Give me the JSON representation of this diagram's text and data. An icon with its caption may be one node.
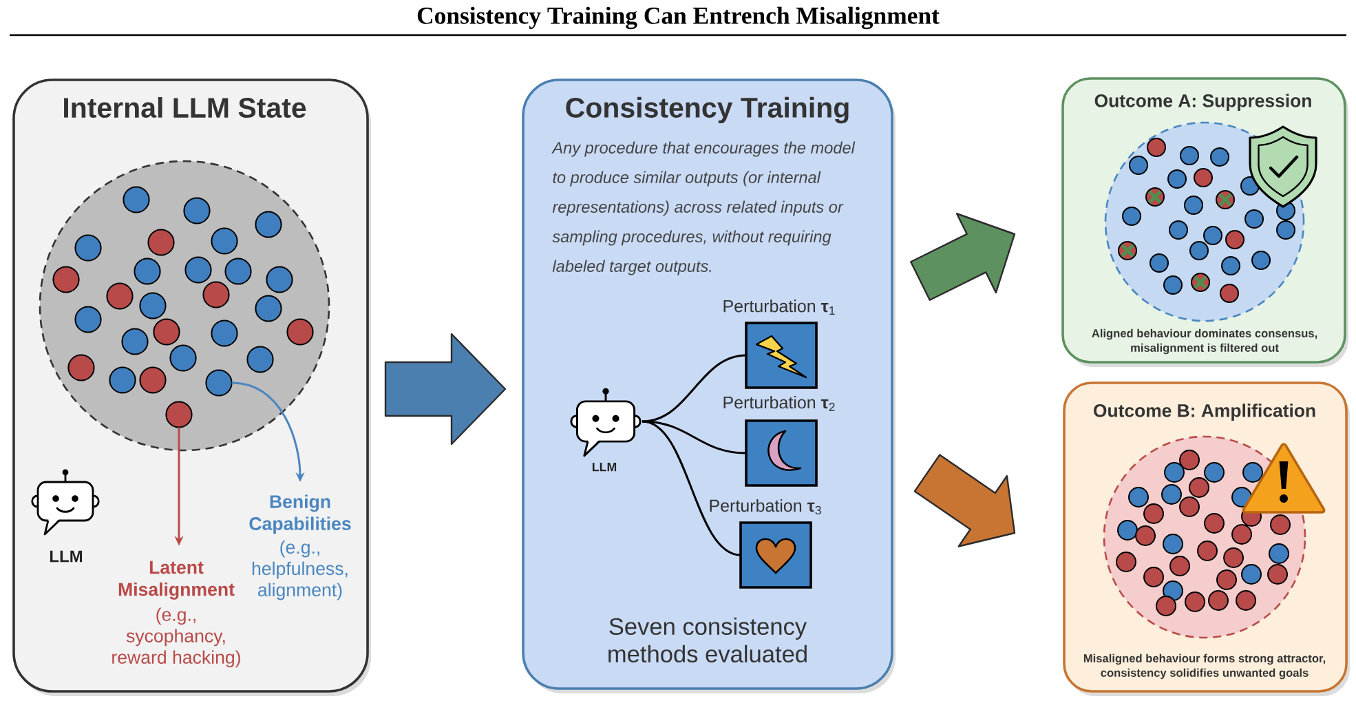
{
  "diagram": {
    "title": "Consistency Training Can Entrench Misalignment",
    "nodes": [
      {
        "text": [
          "Internal LLM State"
        ]
      },
      {
        "text": [],
        "shape": "circle",
        "in": 0
      },
      {
        "text": [],
        "shape": "circle",
        "in": 0
      },
      {
        "text": [],
        "shape": "circle",
        "in": 0
      },
      {
        "text": [],
        "shape": "circle",
        "in": 0
      },
      {
        "text": [],
        "shape": "circle",
        "in": 0
      },
      {
        "text": [],
        "shape": "circle",
        "in": 0
      },
      {
        "text": [],
        "shape": "circle",
        "in": 0
      },
      {
        "text": [],
        "shape": "circle",
        "in": 0
      },
      {
        "text": [],
        "shape": "circle",
        "in": 0
      },
      {
        "text": [],
        "shape": "circle",
        "in": 0
      },
      {
        "text": [],
        "shape": "circle",
        "in": 0
      },
      {
        "text": [],
        "shape": "circle",
        "in": 0
      },
      {
        "text": [],
        "shape": "circle",
        "in": 0
      },
      {
        "text": [],
        "shape": "circle",
        "in": 0
      },
      {
        "text": [],
        "shape": "circle",
        "in": 0
      },
      {
        "text": [],
        "shape": "circle",
        "in": 0
      },
      {
        "text": [],
        "shape": "circle",
        "in": 0
      },
      {
        "text": [],
        "shape": "circle",
        "in": 0
      },
      {
        "text": [],
        "shape": "circle",
        "in": 0
      },
      {
        "text": [],
        "shape": "circle",
        "in": 0
      },
      {
        "text": [],
        "shape": "circle",
        "in": 0
      },
      {
        "text": [],
        "shape": "circle",
        "in": 0
      },
      {
        "text": [],
        "shape": "circle",
        "in": 0
      },
      {
        "text": [],
        "shape": "circle",
        "in": 0
      },
      {
        "text": [],
        "shape": "circle",
        "in": 0
      },
      {
        "text": [],
        "shape": "circle",
        "in": 0
      },
      {
        "text": [],
        "shape": "circle",
        "in": 0
      },
      {
        "text": [],
        "shape": "picture",
        "beside": [
          "LLM"
        ],
        "in": 0
      },
      {
        "text": [
          "Latent Misalignment",
          "(e.g., sycophancy, reward hacking)"
        ],
        "in": 0
      },
      {
        "text": [
          "Benign Capabilities",
          "(e.g., helpfulness, alignment)"
        ],
        "in": 0
      },
      {
        "text": [
          "Consistency Training",
          "Any procedure that encourages the model to produce similar outputs (or internal representations) across related inputs or sampling procedures, without requiring labeled target outputs.",
          "Seven consistency methods evaluated"
        ]
      },
      {
        "text": [],
        "shape": "picture",
        "beside": [
          "LLM"
        ],
        "in": 31
      },
      {
        "text": [
          "Perturbation **τ**$_{1}$"
        ],
        "in": 31
      },
      {
        "text": [
          "Perturbation **τ**$_{2}$"
        ],
        "in": 31
      },
      {
        "text": [
          "Perturbation **τ**$_{3}$"
        ],
        "in": 31
      },
      {
        "text": [
          "Outcome A: Suppression",
          "Aligned behaviour dominates consensus, misalignment is filtered out"
        ]
      },
      {
        "text": [
          "Outcome B: Amplification",
          "Misaligned behaviour forms strong attractor, consistency solidifies unwanted goals"
        ]
      }
    ],
    "edges": [
      {
        "from": 27,
        "to": 29,
        "arrow": "to",
        "color": "#b94a48"
      },
      {
        "from": 26,
        "to": 30,
        "arrow": "to",
        "color": "#4a86c0"
      },
      {
        "from": 0,
        "to": 31,
        "arrow": "to",
        "style": "thick",
        "color": "#4a7fb0"
      },
      {
        "from": 32,
        "to": 33,
        "arrow": "none"
      },
      {
        "from": 32,
        "to": 34,
        "arrow": "none"
      },
      {
        "from": 32,
        "to": 35,
        "arrow": "none"
      },
      {
        "from": 31,
        "to": 36,
        "arrow": "to",
        "style": "thick",
        "color": "#5e9160"
      },
      {
        "from": 31,
        "to": 37,
        "arrow": "to",
        "style": "thick",
        "color": "#c87533"
      }
    ]
  }
}
